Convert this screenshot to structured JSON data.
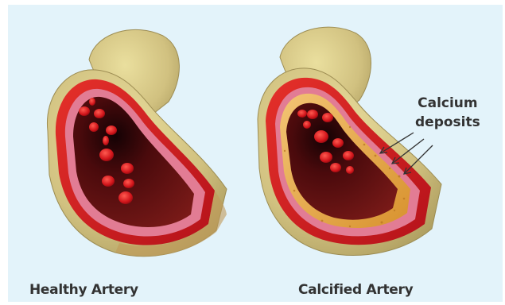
{
  "left_artery": {
    "caption": "Healthy Artery"
  },
  "right_artery": {
    "caption": "Calcified Artery"
  },
  "callout": {
    "line1": "Calcium",
    "line2": "deposits"
  },
  "colors": {
    "background": "#e3f3fa",
    "outer_wall": "#d7c98a",
    "muscle_layer": "#d32020",
    "inner_lining": "#e888a0",
    "lumen": "#5a0e10",
    "blood_cell": "#c8141a",
    "calcium": "#e8a53c",
    "label_text": "#333333"
  }
}
